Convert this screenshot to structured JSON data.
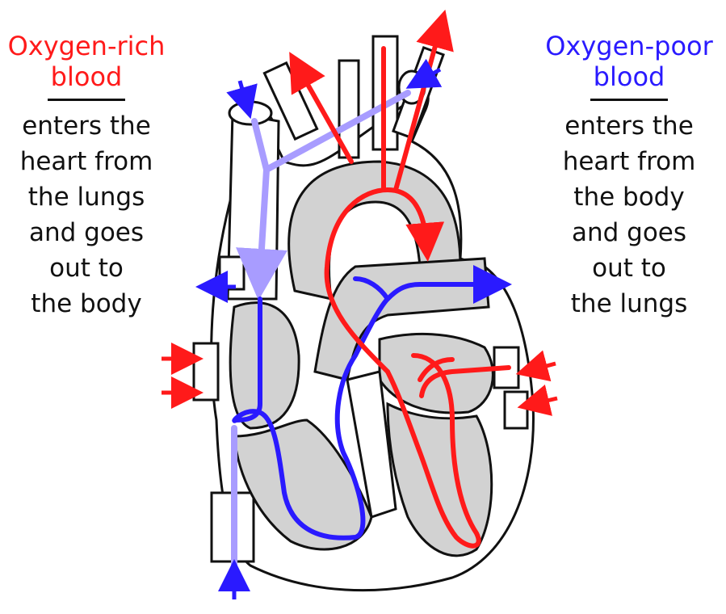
{
  "colors": {
    "oxygen_rich": "#ff1a1a",
    "oxygen_poor": "#2a1aff",
    "oxygen_poor_light": "#a89cff",
    "outline": "#111111",
    "tissue": "#d2d2d2"
  },
  "left_caption": {
    "head_line_1": "Oxygen-rich",
    "head_line_2": "blood",
    "body_lines": [
      "enters the",
      "heart from",
      "the lungs",
      "and goes",
      "out to",
      "the body"
    ]
  },
  "right_caption": {
    "head_line_1": "Oxygen-poor",
    "head_line_2": "blood",
    "body_lines": [
      "enters the",
      "heart from",
      "the body",
      "and goes",
      "out to",
      "the lungs"
    ]
  }
}
